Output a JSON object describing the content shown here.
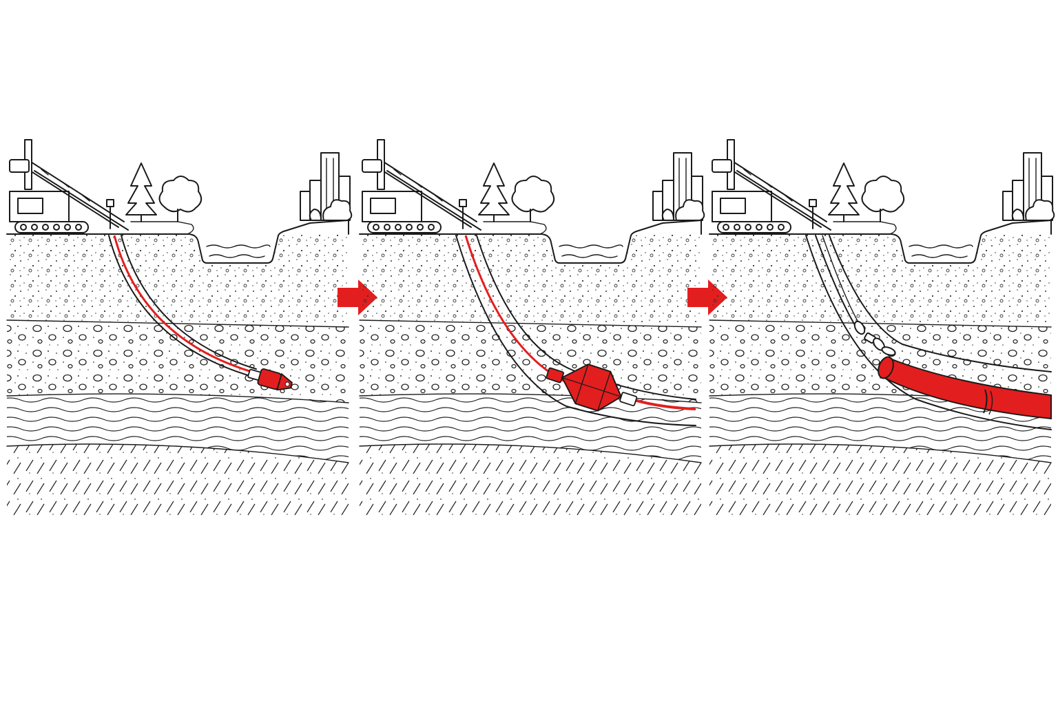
{
  "diagram": {
    "panels": [
      {
        "id": "pilot-bore",
        "tool": "drill-bit-icon",
        "tool_color": "#e31e1e"
      },
      {
        "id": "reaming",
        "tool": "reamer-icon",
        "tool_color": "#e31e1e"
      },
      {
        "id": "pipe-pullback",
        "tool": "pipe-icon",
        "tool_color": "#e31e1e"
      }
    ],
    "connectors": [
      "arrow-right-icon",
      "arrow-right-icon"
    ],
    "colors": {
      "accent": "#e31e1e",
      "ink": "#1a1a1a",
      "background": "#ffffff"
    }
  }
}
